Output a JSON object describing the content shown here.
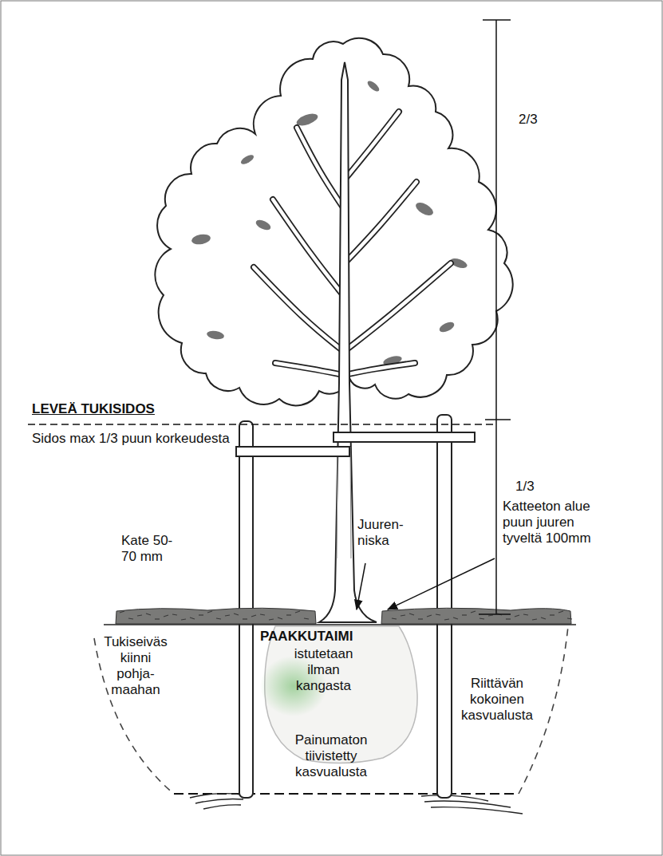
{
  "diagram": {
    "labels": [
      "2/3",
      "LEVEÄ TUKISIDOS",
      "Sidos max 1/3 puun korkeudesta",
      "1/3",
      "Juuren- niska",
      "Katteeton alue puun juuren tyveltä 100mm",
      "Kate 50-70 mm",
      "PAAKKUTAIMI",
      "istutetaan ilman kangasta",
      "Tukiseiväs kiinni pohja- maahan",
      "Riittävän kokoinen kasvualusta",
      "Painumaton tiivistetty kasvualusta"
    ]
  }
}
